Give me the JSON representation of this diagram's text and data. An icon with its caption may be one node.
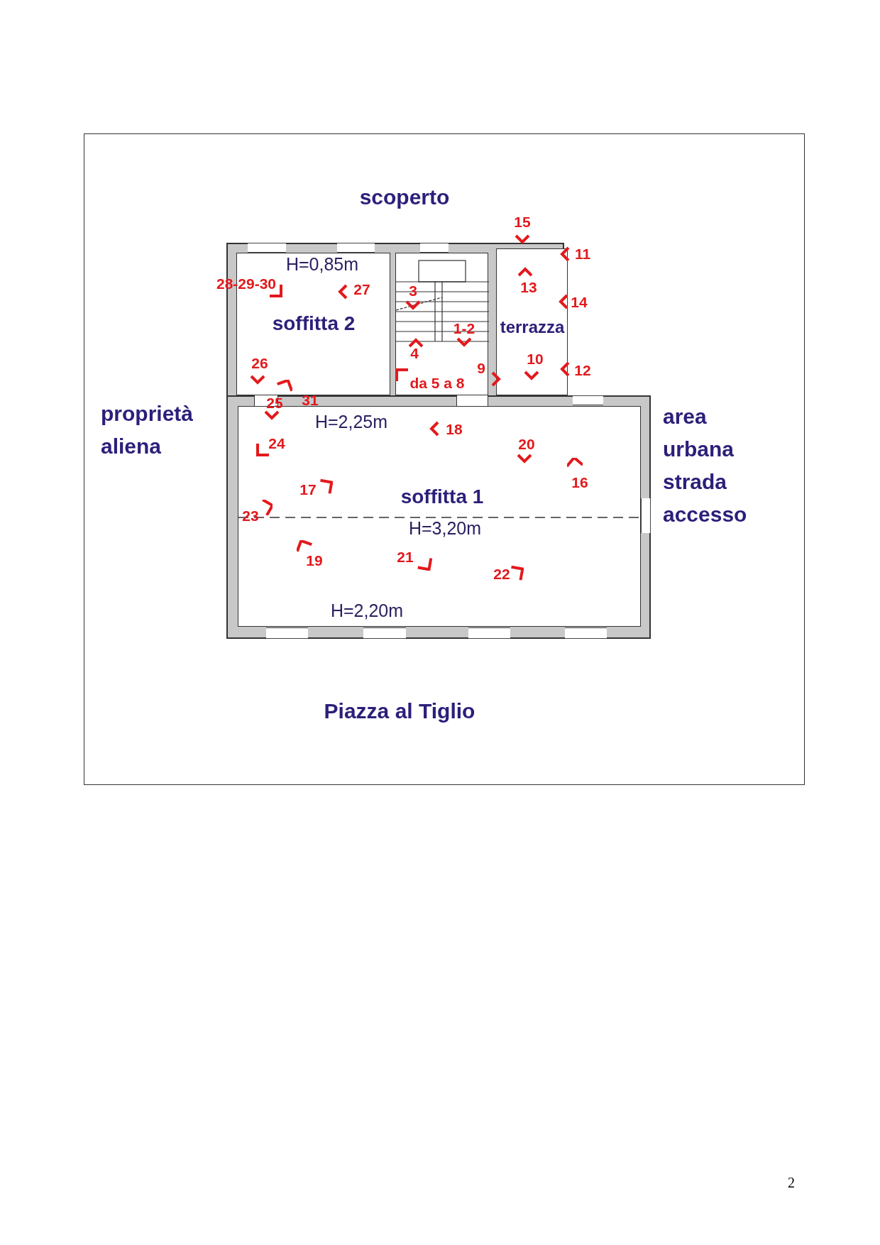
{
  "diagram": {
    "nodes": [
      {
        "text": [
          "soffitta 2"
        ]
      },
      {
        "text": [],
        "shape": "box"
      },
      {
        "text": [
          "terrazza"
        ]
      },
      {
        "text": [
          "soffitta 1"
        ]
      }
    ],
    "labels": [
      "scoperto",
      "15",
      "11",
      "H=0,85m",
      "28-29-30",
      "27",
      "13",
      "3",
      "14",
      "1-2",
      "4",
      "10",
      "12",
      "26",
      "9",
      "da 5 a 8",
      "31",
      "25",
      "proprietà aliena",
      "area urbana strada accesso",
      "H=2,25m",
      "18",
      "24",
      "20",
      "16",
      "17",
      "23",
      "H=3,20m",
      "19",
      "21",
      "22",
      "H=2,20m",
      "Piazza al Tiglio",
      "2"
    ]
  }
}
